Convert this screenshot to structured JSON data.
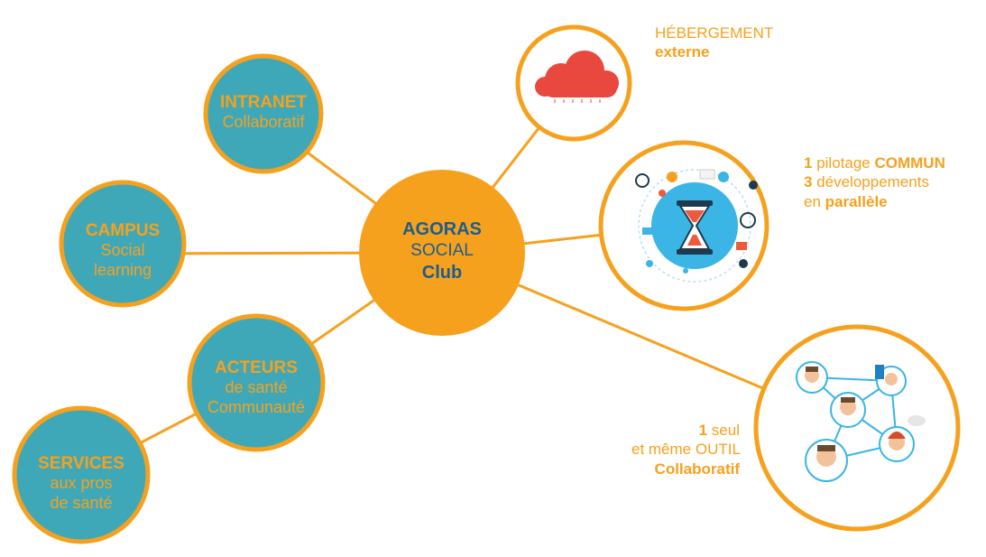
{
  "center": {
    "line1": "AGORAS",
    "line2": "SOCIAL",
    "line3": "Club"
  },
  "left_nodes": [
    {
      "title": "INTRANET",
      "line1": "Collaboratif",
      "line2": ""
    },
    {
      "title": "CAMPUS",
      "line1": "Social",
      "line2": "learning"
    },
    {
      "title": "ACTEURS",
      "line1": "de santé",
      "line2": "Communauté"
    },
    {
      "title": "SERVICES",
      "line1": "aux pros",
      "line2": "de santé"
    }
  ],
  "right_nodes": [
    {
      "icon": "cloud-icon",
      "text": {
        "line1": "HÉBERGEMENT",
        "line2_bold": "externe"
      }
    },
    {
      "icon": "hourglass-icon",
      "text": {
        "l1_num": "1",
        "l1_mid": " pilotage ",
        "l1_bold": "COMMUN",
        "l2_num": "3",
        "l2_rest": " développements",
        "l3_pre": "en ",
        "l3_bold": "parallèle"
      }
    },
    {
      "icon": "network-people-icon",
      "text": {
        "l1_num": "1",
        "l1_rest": " seul",
        "l2": "et même OUTIL",
        "l3_bold": "Collaboratif"
      }
    }
  ],
  "colors": {
    "orange": "#f6a11e",
    "blue": "#3ea8b9",
    "navy": "#1c5d8c",
    "cloud": "#e8483d"
  }
}
